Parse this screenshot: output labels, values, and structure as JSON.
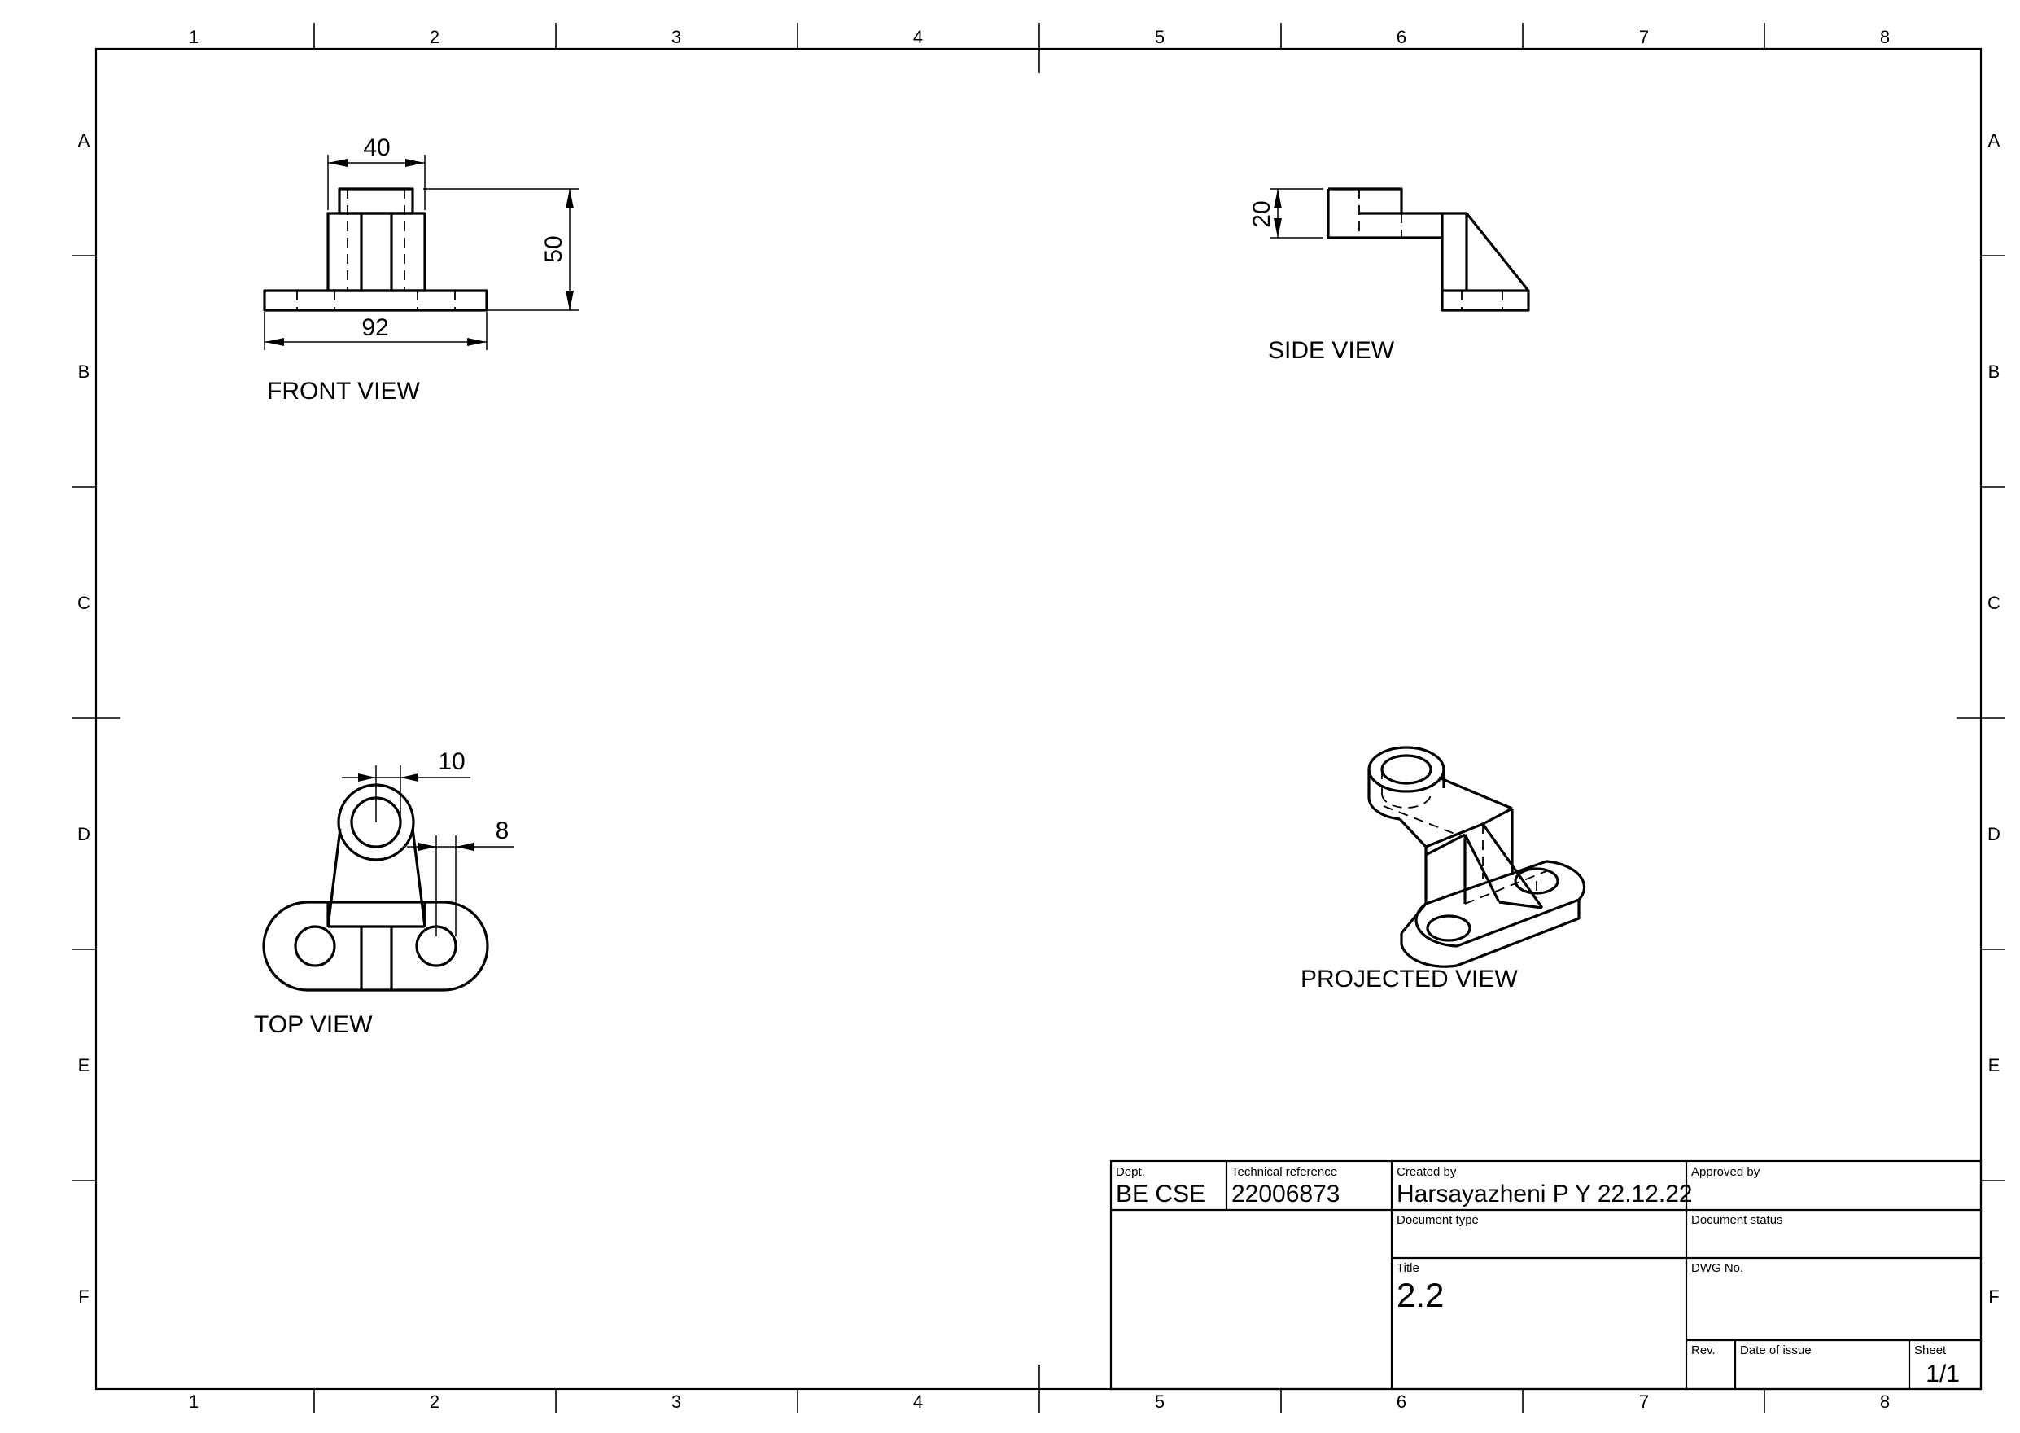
{
  "zones": {
    "columns": [
      "1",
      "2",
      "3",
      "4",
      "5",
      "6",
      "7",
      "8"
    ],
    "rows": [
      "A",
      "B",
      "C",
      "D",
      "E",
      "F"
    ]
  },
  "views": {
    "front": {
      "label": "FRONT VIEW",
      "dims": {
        "width_top": "40",
        "height": "50",
        "width_base": "92"
      }
    },
    "side": {
      "label": "SIDE VIEW",
      "dims": {
        "top_thickness": "20"
      }
    },
    "top": {
      "label": "TOP VIEW",
      "dims": {
        "hole_top": "10",
        "hole_base": "8"
      }
    },
    "projected": {
      "label": "PROJECTED VIEW"
    }
  },
  "title_block": {
    "dept_label": "Dept.",
    "dept_value": "BE CSE",
    "tech_ref_label": "Technical reference",
    "tech_ref_value": "22006873",
    "created_by_label": "Created by",
    "created_by_value": "Harsayazheni P Y 22.12.22",
    "approved_by_label": "Approved by",
    "approved_by_value": "",
    "doc_type_label": "Document type",
    "doc_type_value": "",
    "doc_status_label": "Document status",
    "doc_status_value": "",
    "title_label": "Title",
    "title_value": "2.2",
    "dwg_no_label": "DWG No.",
    "dwg_no_value": "",
    "rev_label": "Rev.",
    "rev_value": "",
    "date_label": "Date of issue",
    "date_value": "",
    "sheet_label": "Sheet",
    "sheet_value": "1/1"
  }
}
